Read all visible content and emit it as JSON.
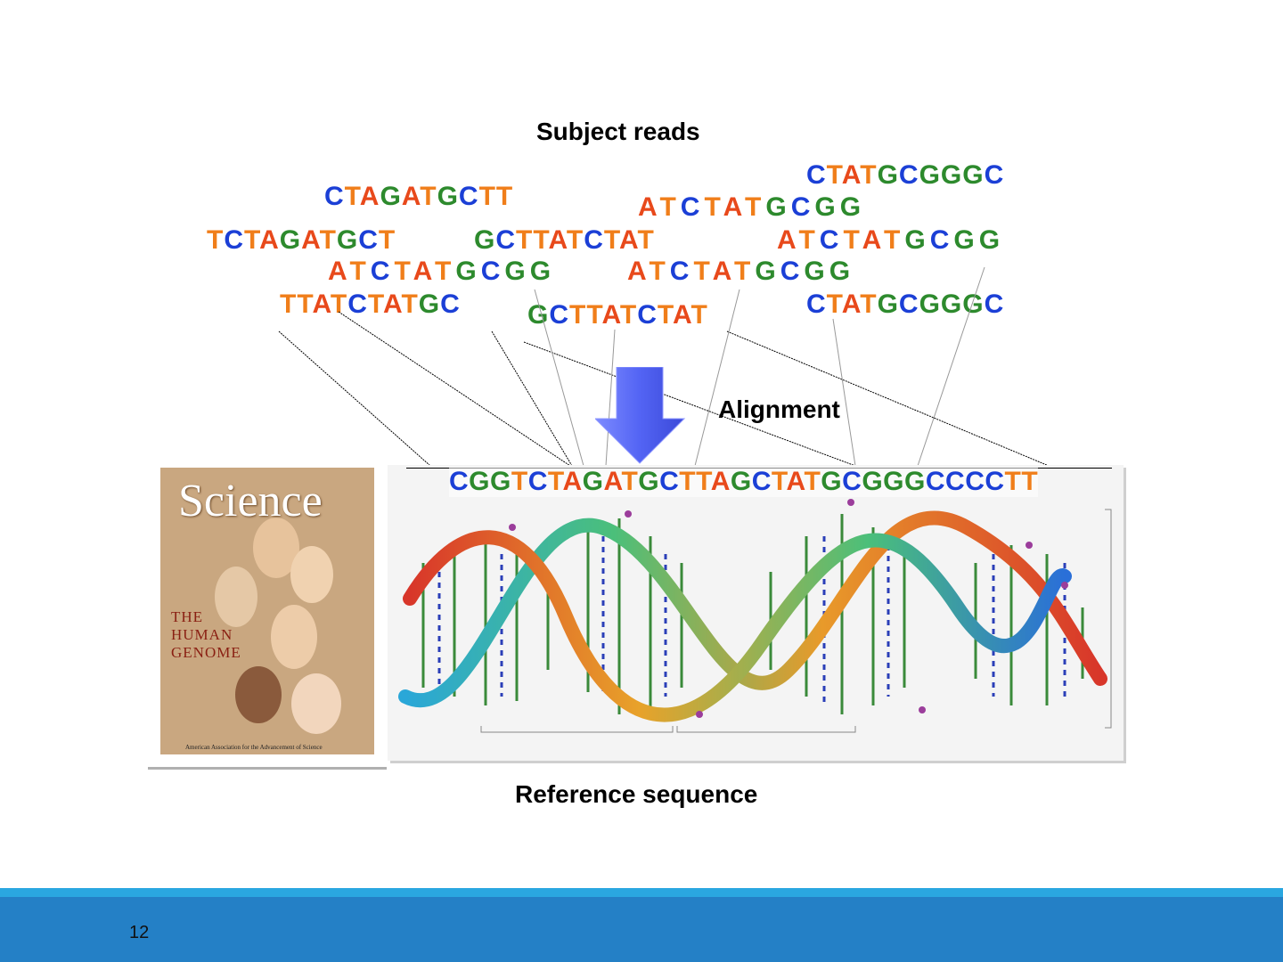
{
  "slide": {
    "subject_reads_label": "Subject reads",
    "alignment_label": "Alignment",
    "reference_label": "Reference sequence",
    "page_number": "12"
  },
  "reads": [
    "CTATGCGGGC",
    "CTAGATGCTT",
    "ATCTATGCGG",
    "TCTAGATGCT",
    "GCTTATCTAT",
    "ATCTATGCGG",
    "ATCTATGCGG",
    "ATCTATGCGG",
    "TTATCTATGC",
    "CTATGCGGGC",
    "GCTTATCTAT"
  ],
  "reference_sequence": "CGGTCTAGATGCTTAGCTATGCGGGCCCCTT",
  "cover": {
    "title": "Science",
    "subtitle_lines": [
      "THE",
      "HUMAN",
      "GENOME"
    ],
    "footer": "American Association for the Advancement of Science"
  },
  "colors": {
    "A": "#e8491b",
    "T": "#f07e1a",
    "G": "#2d8a2d",
    "C": "#1b3fd6",
    "footer_bar": "#2480c6",
    "footer_stripe": "#2aa7e0",
    "arrow": "#5b6cf5"
  }
}
